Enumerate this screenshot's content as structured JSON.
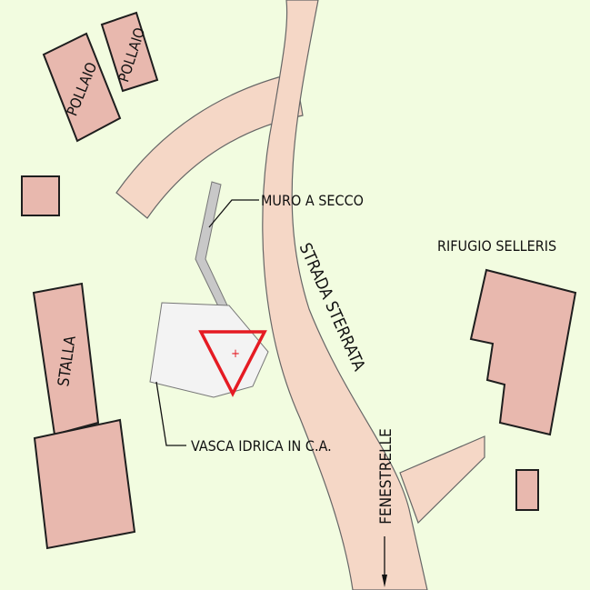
{
  "map": {
    "colors": {
      "background": "#f2fce0",
      "building_fill": "#e8b8ae",
      "road_fill": "#f5d7c6",
      "tank_fill": "#f3f3f3",
      "wall_fill": "#c8c8c8",
      "marker": "#e51b23"
    },
    "labels": {
      "pollaio_1": "POLLAIO",
      "pollaio_2": "POLLAIO",
      "stalla": "STALLA",
      "muro": "MURO A SECCO",
      "strada": "STRADA STERRATA",
      "rifugio": "RIFUGIO SELLERIS",
      "vasca": "VASCA IDRICA IN C.A.",
      "fenestrelle": "FENESTRELLE"
    },
    "marker": {
      "shape": "triangle-down",
      "symbol": "+"
    },
    "arrow": {
      "direction": "down",
      "target": "FENESTRELLE"
    }
  }
}
